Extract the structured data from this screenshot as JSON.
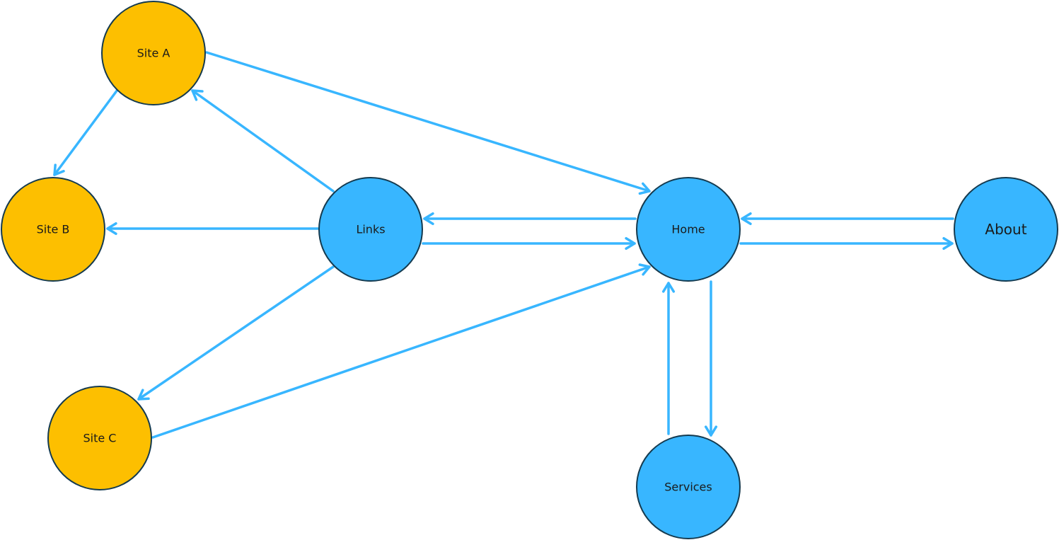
{
  "colors": {
    "external_node": "#FDBF00",
    "internal_node": "#38B6FF",
    "node_stroke": "#143a4f",
    "edge": "#38B6FF"
  },
  "nodes": [
    {
      "id": "site-a",
      "label": "Site A",
      "group": "external"
    },
    {
      "id": "site-b",
      "label": "Site B",
      "group": "external"
    },
    {
      "id": "site-c",
      "label": "Site C",
      "group": "external"
    },
    {
      "id": "links",
      "label": "Links",
      "group": "internal"
    },
    {
      "id": "home",
      "label": "Home",
      "group": "internal"
    },
    {
      "id": "about",
      "label": "About",
      "group": "internal"
    },
    {
      "id": "services",
      "label": "Services",
      "group": "internal"
    }
  ],
  "edges": [
    {
      "from": "site-a",
      "to": "site-b"
    },
    {
      "from": "site-a",
      "to": "home"
    },
    {
      "from": "links",
      "to": "site-a"
    },
    {
      "from": "links",
      "to": "site-b"
    },
    {
      "from": "links",
      "to": "site-c"
    },
    {
      "from": "links",
      "to": "home"
    },
    {
      "from": "home",
      "to": "links"
    },
    {
      "from": "site-c",
      "to": "home"
    },
    {
      "from": "home",
      "to": "about"
    },
    {
      "from": "about",
      "to": "home"
    },
    {
      "from": "home",
      "to": "services"
    },
    {
      "from": "services",
      "to": "home"
    }
  ]
}
